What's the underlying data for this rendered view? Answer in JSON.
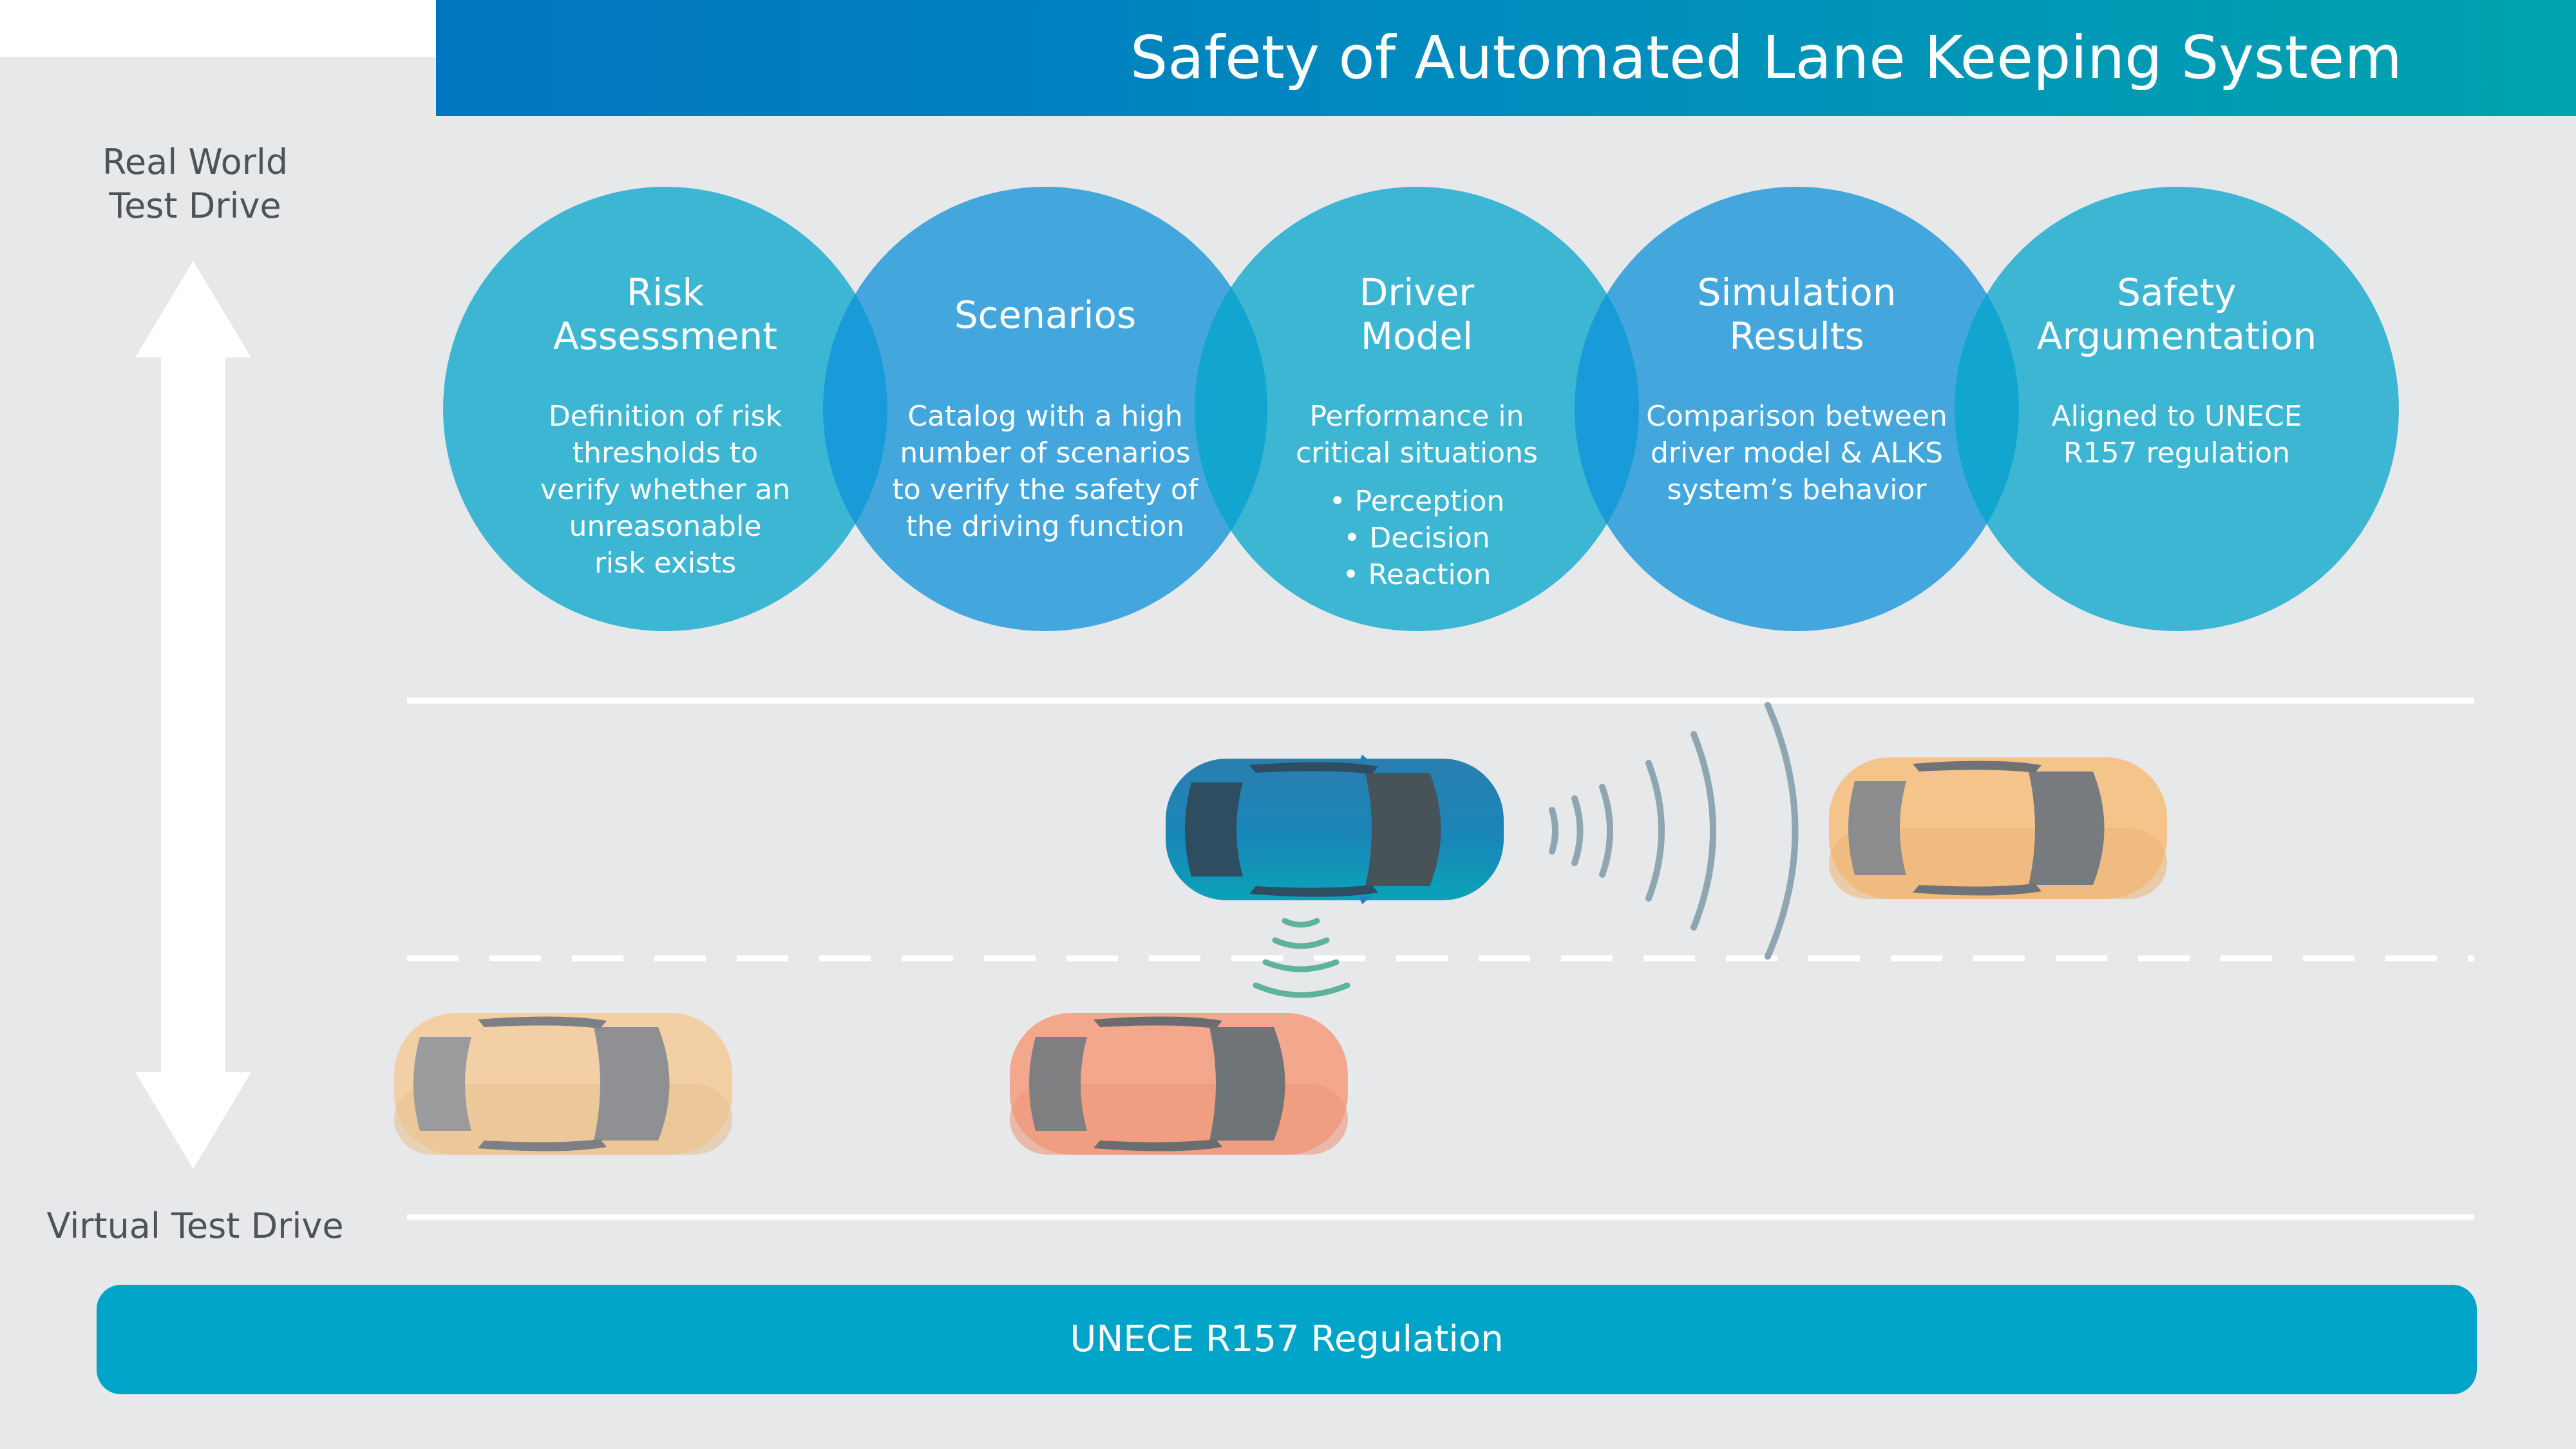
{
  "title": "Safety of Automated Lane Keeping System",
  "axis": {
    "top_label": "Real World\nTest Drive",
    "bottom_label": "Virtual Test Drive"
  },
  "steps": [
    {
      "title": "Risk\nAssessment",
      "description": "Definition of risk\nthresholds to\nverify whether an\nunreasonable\nrisk exists"
    },
    {
      "title": "Scenarios",
      "description": "Catalog with a high\nnumber of scenarios\nto verify the safety of\nthe driving function"
    },
    {
      "title": "Driver\nModel",
      "description": "Performance in\ncritical situations",
      "bullets": [
        "Perception",
        "Decision",
        "Reaction"
      ]
    },
    {
      "title": "Simulation\nResults",
      "description": "Comparison between\ndriver model & ALKS\nsystem’s behavior"
    },
    {
      "title": "Safety\nArgumentation",
      "description": "Aligned to UNECE\nR157 regulation"
    }
  ],
  "regulation_bar": "UNECE R157 Regulation",
  "colors": {
    "title_gradient_start": "#0175c0",
    "title_gradient_end": "#00a3ae",
    "circle_teal": "#00a5cb",
    "circle_blue": "#1092da",
    "ego_car": "#1a86b8",
    "car_beige": "#f2cfa4",
    "car_salmon": "#f3a78c",
    "car_orange": "#f5c48b",
    "regulation_bar": "#00a4c9"
  }
}
